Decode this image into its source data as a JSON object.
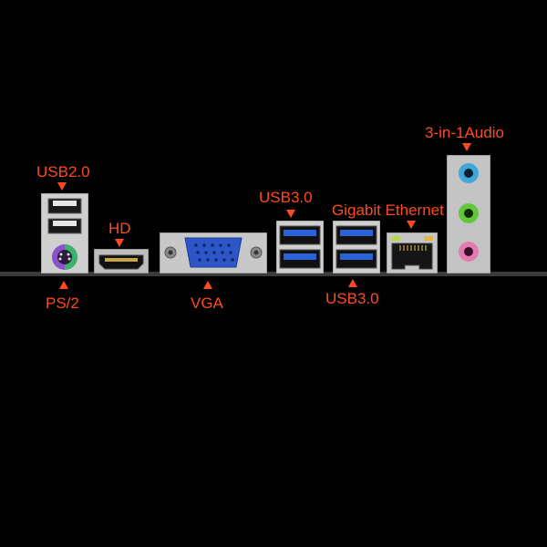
{
  "labels": {
    "usb20": "USB2.0",
    "ps2": "PS/2",
    "hd": "HD",
    "vga": "VGA",
    "usb30_top": "USB3.0",
    "gigabit": "Gigabit Ethernet",
    "usb30_bottom": "USB3.0",
    "audio": "3-in-1Audio"
  },
  "colors": {
    "label": "#ff4a1f",
    "background": "#000000",
    "usb3_blue": "#2a63d8",
    "vga_blue": "#2c55c8",
    "ps2_green": "#3cb36b",
    "ps2_purple": "#8a52c9",
    "audio_blue": "#3fa8d9",
    "audio_green": "#62c83a",
    "audio_pink": "#e37ab0"
  }
}
